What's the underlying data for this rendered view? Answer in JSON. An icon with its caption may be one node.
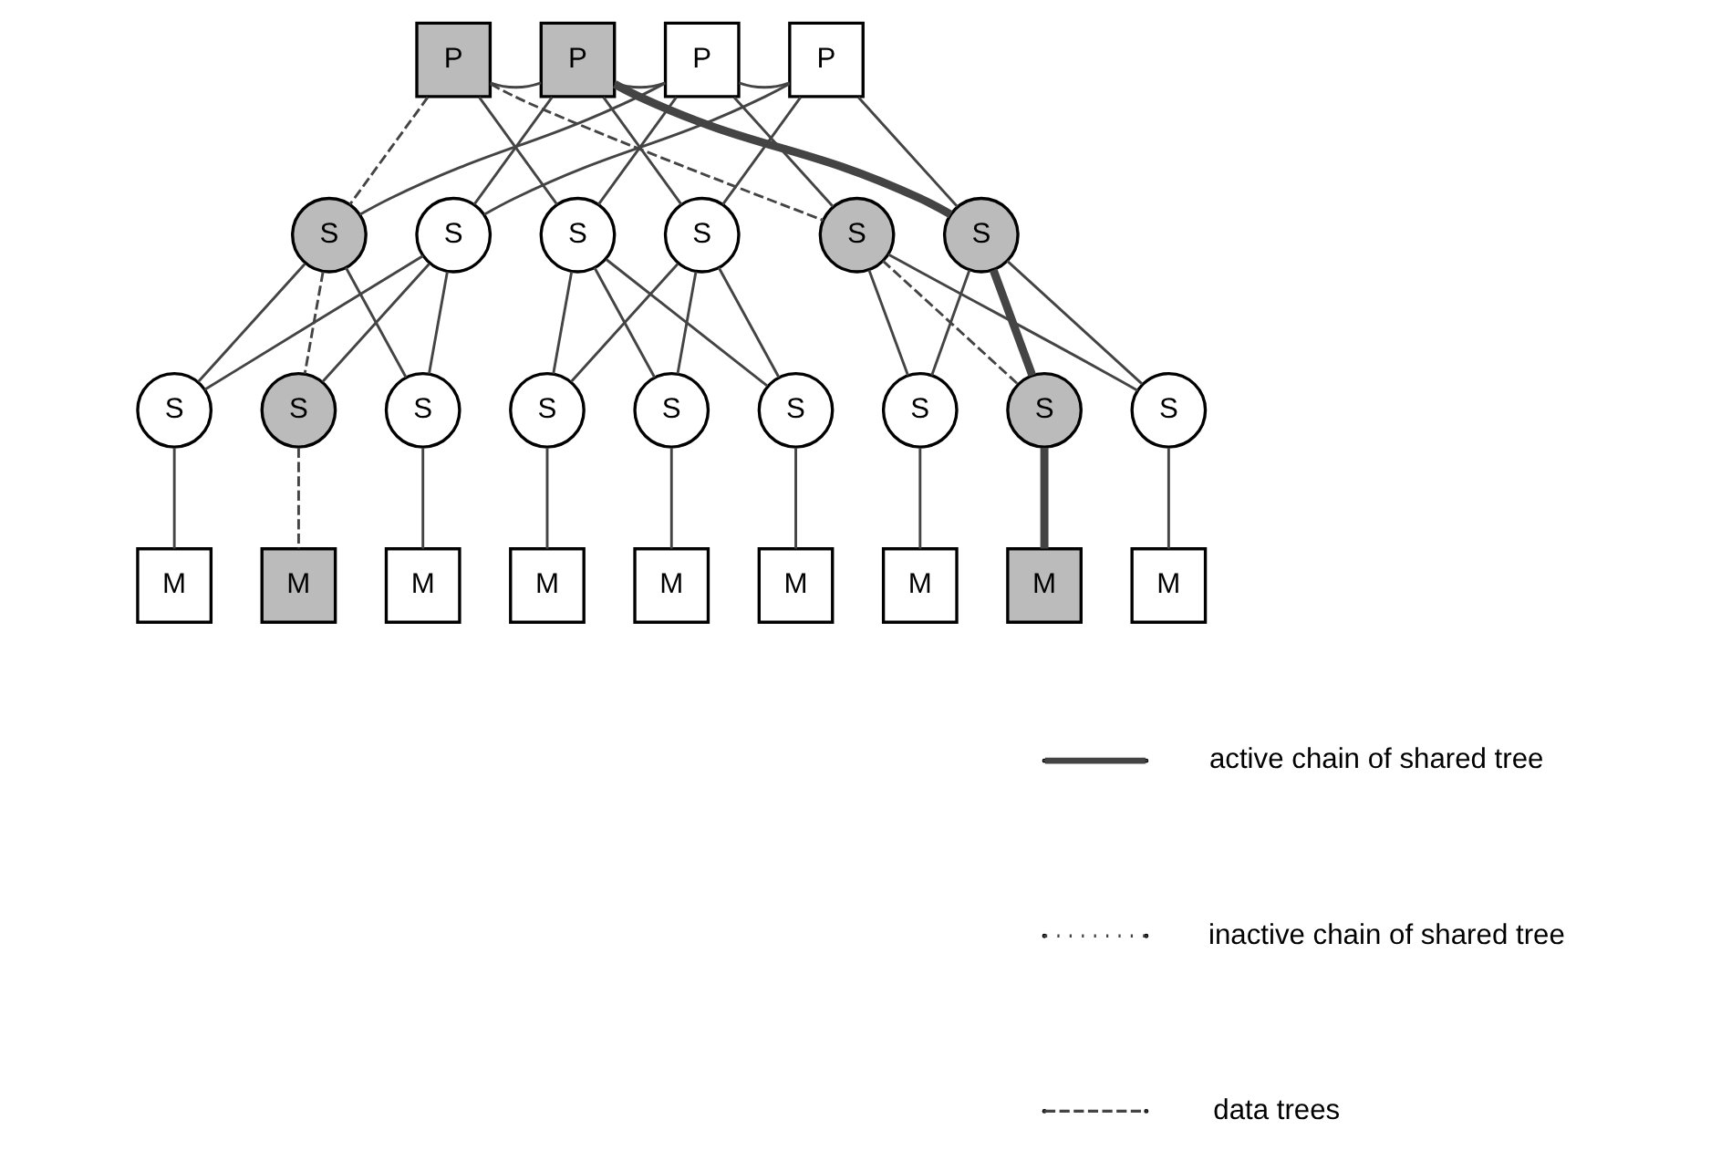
{
  "diagram": {
    "nodes": [
      {
        "text": [
          "P"
        ]
      },
      {
        "text": [
          "P"
        ]
      },
      {
        "text": [
          "P"
        ]
      },
      {
        "text": [
          "P"
        ]
      },
      {
        "text": [
          "S"
        ]
      },
      {
        "text": [
          "S"
        ]
      },
      {
        "text": [
          "S"
        ]
      },
      {
        "text": [
          "S"
        ]
      },
      {
        "text": [
          "S"
        ]
      },
      {
        "text": [
          "S"
        ]
      },
      {
        "text": [
          "S"
        ]
      },
      {
        "text": [
          "S"
        ]
      },
      {
        "text": [
          "S"
        ]
      },
      {
        "text": [
          "S"
        ]
      },
      {
        "text": [
          "S"
        ]
      },
      {
        "text": [
          "S"
        ]
      },
      {
        "text": [
          "S"
        ]
      },
      {
        "text": [
          "S"
        ]
      },
      {
        "text": [
          "S"
        ]
      },
      {
        "text": [
          "M"
        ]
      },
      {
        "text": [
          "M"
        ]
      },
      {
        "text": [
          "M"
        ]
      },
      {
        "text": [
          "M"
        ]
      },
      {
        "text": [
          "M"
        ]
      },
      {
        "text": [
          "M"
        ]
      },
      {
        "text": [
          "M"
        ]
      },
      {
        "text": [
          "M"
        ]
      },
      {
        "text": [
          "M"
        ]
      }
    ],
    "edges": [
      {
        "from": 0,
        "to": 1,
        "arrow": "none"
      },
      {
        "from": 1,
        "to": 2,
        "arrow": "none"
      },
      {
        "from": 2,
        "to": 3,
        "arrow": "none"
      },
      {
        "from": 0,
        "to": 4,
        "arrow": "none",
        "style": "dashed"
      },
      {
        "from": 0,
        "to": 6,
        "arrow": "none",
        "style": "dashed"
      },
      {
        "from": 0,
        "to": 8,
        "arrow": "none"
      },
      {
        "from": 1,
        "to": 5,
        "arrow": "none"
      },
      {
        "from": 1,
        "to": 7,
        "arrow": "none",
        "style": "thick"
      },
      {
        "from": 1,
        "to": 9,
        "arrow": "none"
      },
      {
        "from": 2,
        "to": 4,
        "arrow": "none"
      },
      {
        "from": 2,
        "to": 6,
        "arrow": "none"
      },
      {
        "from": 2,
        "to": 8,
        "arrow": "none"
      },
      {
        "from": 3,
        "to": 5,
        "arrow": "none"
      },
      {
        "from": 3,
        "to": 7,
        "arrow": "none"
      },
      {
        "from": 3,
        "to": 9,
        "arrow": "none"
      },
      {
        "from": 4,
        "to": 10,
        "arrow": "none"
      },
      {
        "from": 4,
        "to": 11,
        "arrow": "none",
        "style": "dashed"
      },
      {
        "from": 4,
        "to": 12,
        "arrow": "none"
      },
      {
        "from": 5,
        "to": 10,
        "arrow": "none"
      },
      {
        "from": 5,
        "to": 11,
        "arrow": "none"
      },
      {
        "from": 5,
        "to": 12,
        "arrow": "none"
      },
      {
        "from": 6,
        "to": 13,
        "arrow": "none"
      },
      {
        "from": 6,
        "to": 14,
        "arrow": "none",
        "style": "dashed"
      },
      {
        "from": 6,
        "to": 15,
        "arrow": "none"
      },
      {
        "from": 7,
        "to": 13,
        "arrow": "none"
      },
      {
        "from": 7,
        "to": 14,
        "arrow": "none",
        "style": "thick"
      },
      {
        "from": 7,
        "to": 15,
        "arrow": "none"
      },
      {
        "from": 8,
        "to": 16,
        "arrow": "none"
      },
      {
        "from": 8,
        "to": 17,
        "arrow": "none"
      },
      {
        "from": 8,
        "to": 18,
        "arrow": "none"
      },
      {
        "from": 9,
        "to": 16,
        "arrow": "none"
      },
      {
        "from": 9,
        "to": 17,
        "arrow": "none"
      },
      {
        "from": 9,
        "to": 18,
        "arrow": "none"
      },
      {
        "from": 10,
        "to": 19,
        "arrow": "none"
      },
      {
        "from": 11,
        "to": 20,
        "arrow": "none",
        "style": "dashed"
      },
      {
        "from": 12,
        "to": 21,
        "arrow": "none"
      },
      {
        "from": 13,
        "to": 22,
        "arrow": "none"
      },
      {
        "from": 14,
        "to": 23,
        "arrow": "none",
        "style": "thick"
      },
      {
        "from": 15,
        "to": 24,
        "arrow": "none"
      },
      {
        "from": 16,
        "to": 25,
        "arrow": "none"
      },
      {
        "from": 17,
        "to": 26,
        "arrow": "none"
      },
      {
        "from": 18,
        "to": 27,
        "arrow": "none"
      }
    ],
    "legend": [
      {
        "text": "active chain of shared tree"
      },
      {
        "text": "inactive chain of shared tree"
      },
      {
        "text": "data trees"
      }
    ]
  }
}
